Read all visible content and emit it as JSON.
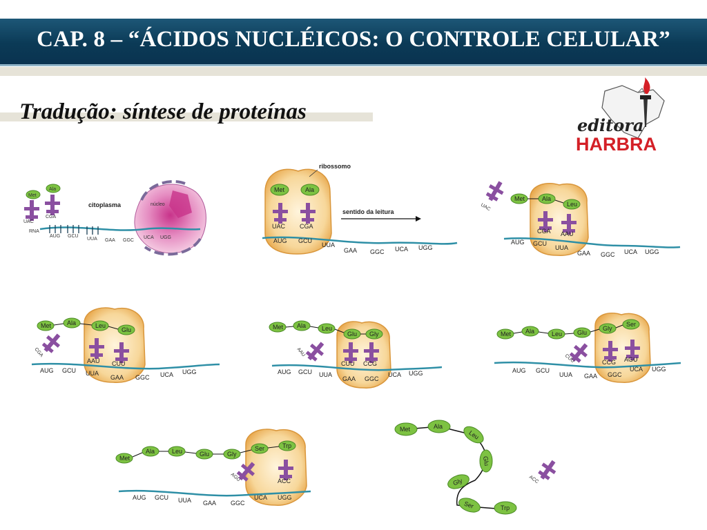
{
  "header": {
    "title": "CAP. 8 – “ÁCIDOS NUCLÉICOS: O CONTROLE CELULAR”"
  },
  "subtitle": "Tradução: síntese de proteínas",
  "logo": {
    "script_text": "editora",
    "brand_text": "HARBRA"
  },
  "labels": {
    "citoplasma": "citoplasma",
    "nucleo": "núcleo",
    "rna": "RNA",
    "ribossomo": "ribossomo",
    "sentido": "sentido da leitura"
  },
  "amino_acids": {
    "met": "Met",
    "ala": "Ala",
    "leu": "Leu",
    "glu": "Glu",
    "gly": "Gly",
    "ser": "Ser",
    "trp": "Trp"
  },
  "codons": [
    "AUG",
    "GCU",
    "UUA",
    "GAA",
    "GGC",
    "UCA",
    "UGG"
  ],
  "anticodons": [
    "UAC",
    "CGA",
    "AAU",
    "CUU",
    "CCG",
    "AGU",
    "ACC"
  ],
  "colors": {
    "header_bg": "#0b3a56",
    "ribosome": "#f2c37a",
    "amino_acid": "#7dc242",
    "trna": "#8a4fa0",
    "mrna": "#2e8fa6",
    "logo_red": "#d42027"
  }
}
